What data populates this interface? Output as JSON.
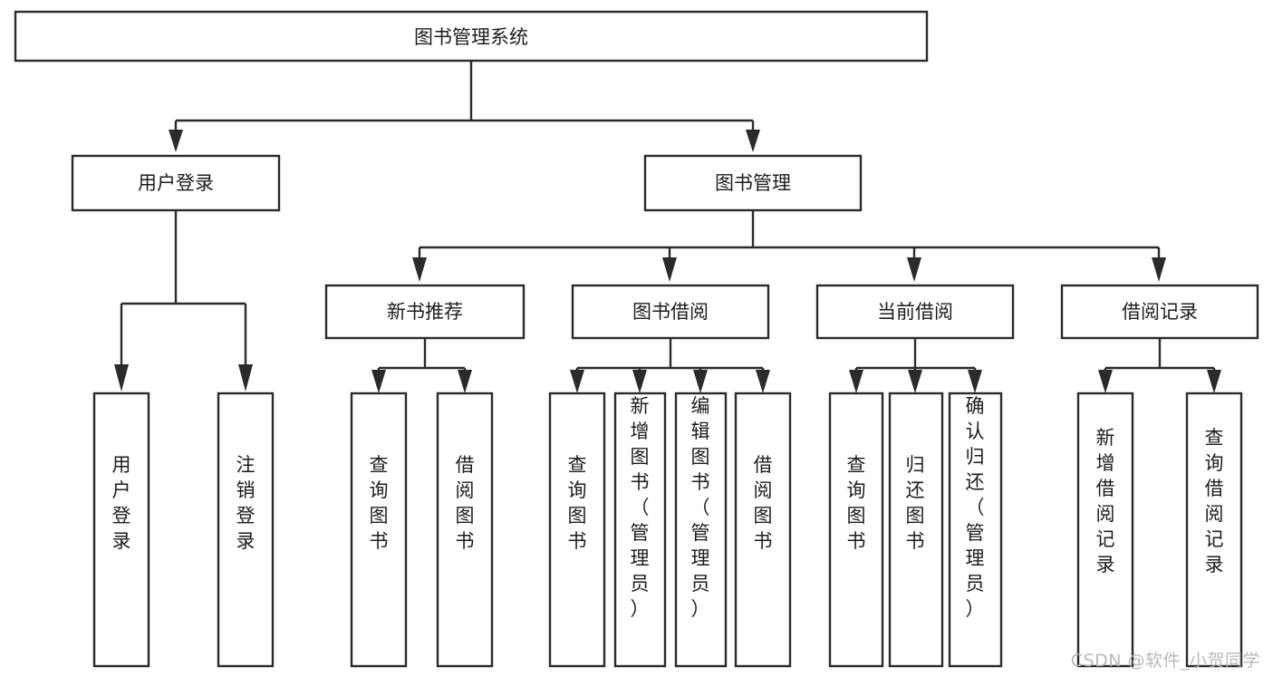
{
  "diagram": {
    "title": "图书管理系统",
    "type": "hierarchy-tree",
    "watermark": "CSDN @软件_小贺同学",
    "root": {
      "id": "root",
      "label": "图书管理系统"
    },
    "level1": [
      {
        "id": "user-login",
        "label": "用户登录"
      },
      {
        "id": "book-manage",
        "label": "图书管理"
      }
    ],
    "level2": [
      {
        "id": "new-book-recommend",
        "label": "新书推荐",
        "parent": "book-manage"
      },
      {
        "id": "book-borrow",
        "label": "图书借阅",
        "parent": "book-manage"
      },
      {
        "id": "current-borrow",
        "label": "当前借阅",
        "parent": "book-manage"
      },
      {
        "id": "borrow-record",
        "label": "借阅记录",
        "parent": "book-manage"
      }
    ],
    "leaves": [
      {
        "id": "leaf-user-login",
        "label": "用户登录",
        "parent": "user-login"
      },
      {
        "id": "leaf-user-logout",
        "label": "注销登录",
        "parent": "user-login"
      },
      {
        "id": "leaf-query-book-1",
        "label": "查询图书",
        "parent": "new-book-recommend"
      },
      {
        "id": "leaf-borrow-book-1",
        "label": "借阅图书",
        "parent": "new-book-recommend"
      },
      {
        "id": "leaf-query-book-2",
        "label": "查询图书",
        "parent": "book-borrow"
      },
      {
        "id": "leaf-add-book",
        "label": "新增图书（管理员）",
        "parent": "book-borrow"
      },
      {
        "id": "leaf-edit-book",
        "label": "编辑图书（管理员）",
        "parent": "book-borrow"
      },
      {
        "id": "leaf-borrow-book-2",
        "label": "借阅图书",
        "parent": "book-borrow"
      },
      {
        "id": "leaf-query-book-3",
        "label": "查询图书",
        "parent": "current-borrow"
      },
      {
        "id": "leaf-return-book",
        "label": "归还图书",
        "parent": "current-borrow"
      },
      {
        "id": "leaf-confirm-return",
        "label": "确认归还（管理员）",
        "parent": "current-borrow"
      },
      {
        "id": "leaf-add-record",
        "label": "新增借阅记录",
        "parent": "borrow-record"
      },
      {
        "id": "leaf-query-record",
        "label": "查询借阅记录",
        "parent": "borrow-record"
      }
    ],
    "colors": {
      "box_stroke": "#2b2b2b",
      "box_fill": "#ffffff",
      "text": "#1d1d1d",
      "connector": "#2b2b2b",
      "background": "#ffffff",
      "watermark": "#b9b9b9"
    }
  }
}
